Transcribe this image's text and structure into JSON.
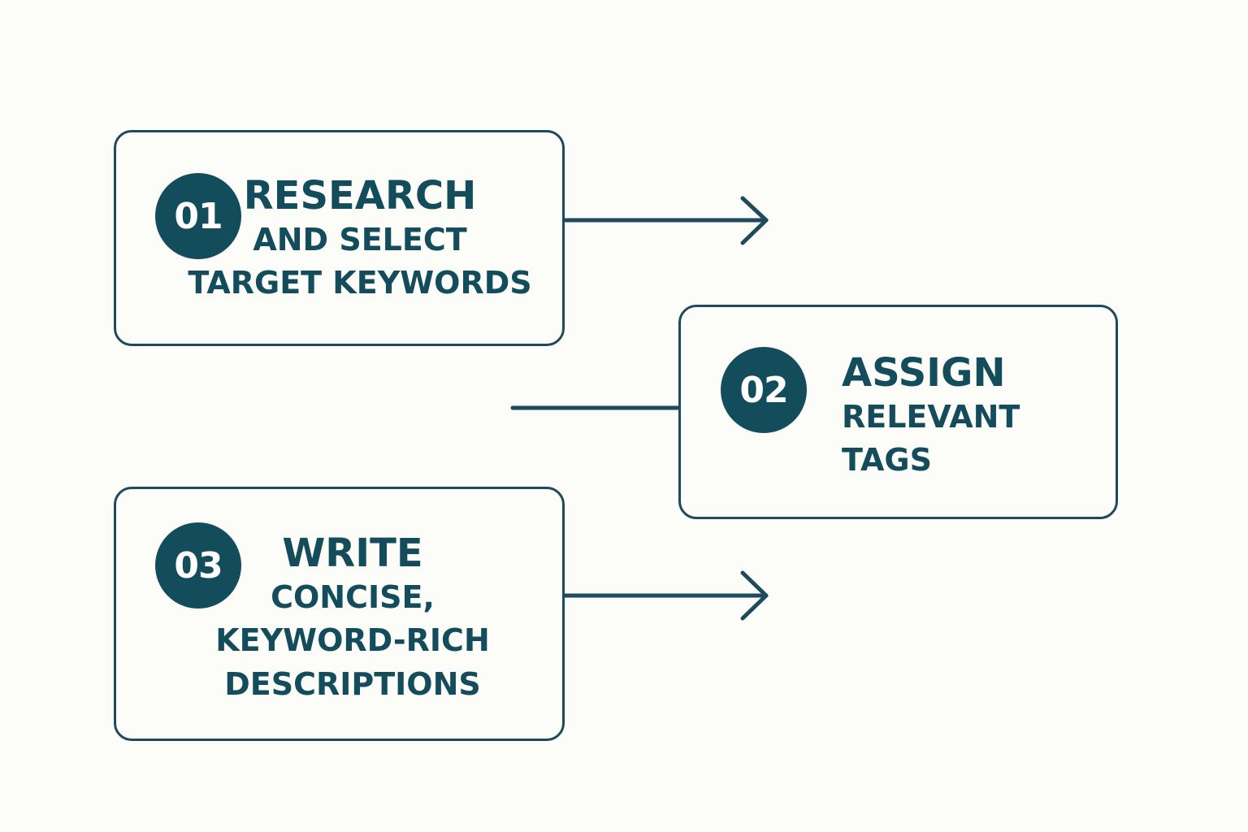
{
  "colors": {
    "background": "#fcfcf8",
    "primary": "#134c5b",
    "stroke": "#1d4a5c",
    "badge_text": "#ffffff"
  },
  "steps": [
    {
      "number": "01",
      "title": "RESEARCH",
      "lines": [
        "AND SELECT",
        "TARGET KEYWORDS"
      ]
    },
    {
      "number": "02",
      "title": "ASSIGN",
      "lines": [
        "RELEVANT",
        "TAGS"
      ]
    },
    {
      "number": "03",
      "title": "WRITE",
      "lines": [
        "CONCISE,",
        "KEYWORD-RICH",
        "DESCRIPTIONS"
      ]
    }
  ]
}
